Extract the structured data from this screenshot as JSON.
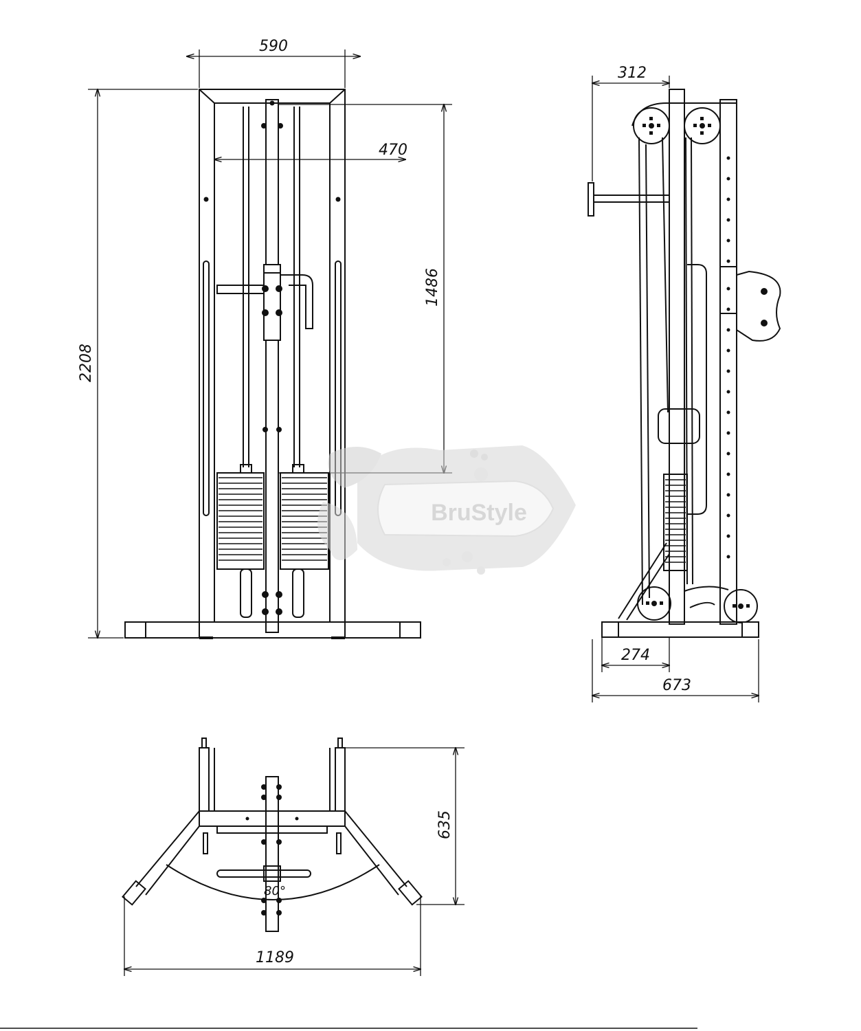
{
  "dimensions": {
    "front_width": "590",
    "front_inner_width": "470",
    "front_height": "2208",
    "front_pulley_height": "1486",
    "side_top_depth": "312",
    "side_base_front": "274",
    "side_total_depth": "673",
    "top_depth": "635",
    "top_total_width": "1189",
    "top_angle": "80°"
  },
  "watermark": {
    "brand": "BruStyle"
  }
}
